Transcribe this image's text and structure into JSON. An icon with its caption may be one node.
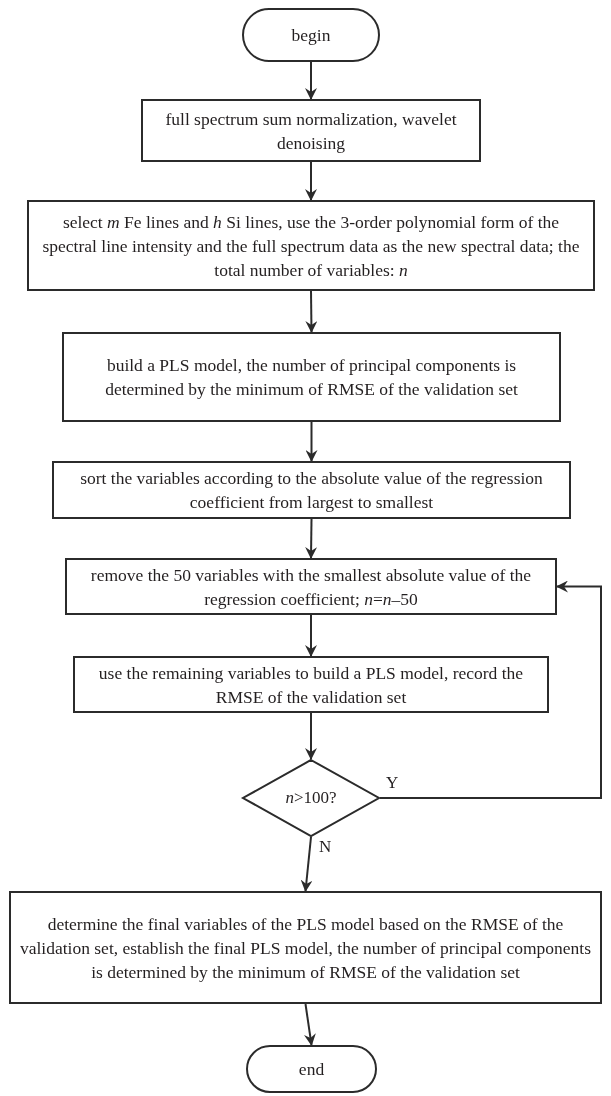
{
  "diagram": {
    "nodes": [
      {
        "text": [
          "begin"
        ]
      },
      {
        "text": [
          "full spectrum sum normalization, wavelet denoising"
        ]
      },
      {
        "text": [
          "select *m* Fe lines and *h* Si lines,  use the 3-order polynomial form of the spectral line intensity and the full spectrum data as the new spectral data; the total number of variables: *n*"
        ]
      },
      {
        "text": [
          "build a PLS model, the number of principal components is determined by the minimum of RMSE of the validation set"
        ]
      },
      {
        "text": [
          "sort the variables according to the absolute value of the regression coefficient from largest to smallest"
        ]
      },
      {
        "text": [
          "remove the 50 variables with the smallest absolute value of the regression coefficient; *n*=*n*–50"
        ]
      },
      {
        "text": [
          "use the remaining variables to build a PLS model, record the RMSE of the validation set"
        ]
      },
      {
        "text": [
          "*n*>100?"
        ]
      },
      {
        "text": [
          "determine the final variables of the PLS model based on the RMSE of the validation set, establish the final PLS model, the number of principal components is determined by the minimum of RMSE of the validation set"
        ]
      },
      {
        "text": [
          "end"
        ]
      }
    ],
    "edges": [
      {
        "from": 0,
        "to": 1,
        "arrow": "to"
      },
      {
        "from": 1,
        "to": 2,
        "arrow": "to"
      },
      {
        "from": 2,
        "to": 3,
        "arrow": "to"
      },
      {
        "from": 3,
        "to": 4,
        "arrow": "to"
      },
      {
        "from": 4,
        "to": 5,
        "arrow": "to"
      },
      {
        "from": 5,
        "to": 6,
        "arrow": "to"
      },
      {
        "from": 6,
        "to": 7,
        "arrow": "to"
      },
      {
        "from": 7,
        "to": 5,
        "arrow": "to",
        "label": "Y"
      },
      {
        "from": 7,
        "to": 8,
        "arrow": "to",
        "label": "N"
      },
      {
        "from": 8,
        "to": 9,
        "arrow": "to"
      }
    ]
  }
}
